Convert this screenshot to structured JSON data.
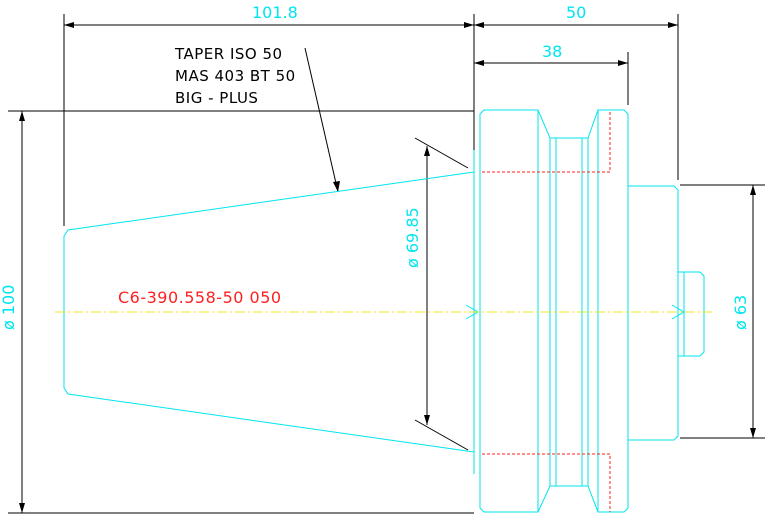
{
  "note": {
    "line1": "TAPER ISO 50",
    "line2": "MAS 403 BT 50",
    "line3": "BIG - PLUS"
  },
  "part_number": "C6-390.558-50 050",
  "dimensions": {
    "overall_length": "101.8",
    "flange_length": "50",
    "body_length": "38",
    "flange_diameter": "ø 100",
    "gauge_diameter": "ø 69.85",
    "shank_diameter": "ø 63"
  },
  "colors": {
    "outline": "#00e5ee",
    "dimension_lines": "#000000",
    "part_number": "#ff2020",
    "centerline": "#e8e820"
  }
}
